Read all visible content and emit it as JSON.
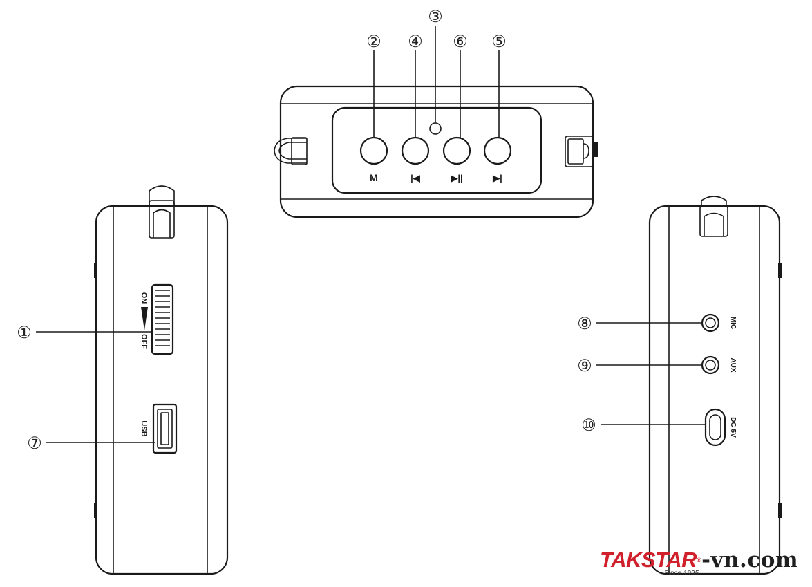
{
  "callouts": [
    "①",
    "②",
    "③",
    "④",
    "⑤",
    "⑥",
    "⑦",
    "⑧",
    "⑨",
    "⑩"
  ],
  "top_panel": {
    "button_labels": {
      "mode": "M",
      "previous": "|◀",
      "play_pause": "▶||",
      "next": "▶|"
    }
  },
  "left_panel": {
    "switch_on": "ON",
    "switch_off": "OFF",
    "usb_label": "USB"
  },
  "right_panel": {
    "mic_label": "MIC",
    "aux_label": "AUX",
    "dc_label": "DC 5V"
  },
  "logo": {
    "brand": "TAKSTAR",
    "registered": "®",
    "domain": "-vn.com",
    "since": "Since 1995",
    "brand_color": "#d0202b"
  }
}
